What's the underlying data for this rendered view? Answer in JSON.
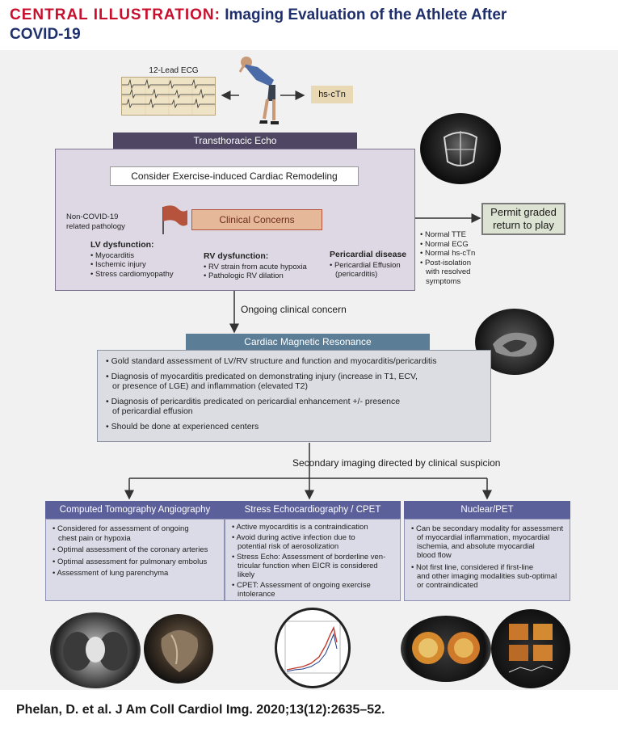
{
  "title": {
    "prefix": "CENTRAL ILLUSTRATION:",
    "line1_text": "Imaging Evaluation of the Athlete After",
    "line2_text": "COVID-19"
  },
  "top": {
    "ecg_label": "12-Lead ECG",
    "hs_ctn": "hs-cTn"
  },
  "tte": {
    "header": "Transthoracic Echo",
    "consider": "Consider Exercise-induced Cardiac Remodeling",
    "clinical_concerns": "Clinical Concerns",
    "non_covid_line1": "Non-COVID-19",
    "non_covid_line2": "related pathology",
    "lv": {
      "title": "LV dysfunction:",
      "items": [
        "Myocarditis",
        "Ischemic injury",
        "Stress cardiomyopathy"
      ]
    },
    "rv": {
      "title": "RV dysfunction:",
      "items": [
        "RV strain from acute hypoxia",
        "Pathologic RV dilation"
      ]
    },
    "pericardial": {
      "title": "Pericardial disease",
      "item_line1": "Pericardial Effusion",
      "item_line2": "(pericarditis)"
    }
  },
  "permit": {
    "line1": "Permit graded",
    "line2": "return to play",
    "criteria": [
      "Normal TTE",
      "Normal ECG",
      "Normal hs-cTn"
    ],
    "post_line1": "Post-isolation",
    "post_line2": "with resolved",
    "post_line3": "symptoms"
  },
  "ongoing": "Ongoing clinical concern",
  "cmr": {
    "header": "Cardiac Magnetic Resonance",
    "b1": "Gold standard assessment of LV/RV structure and function and myocarditis/pericarditis",
    "b2_line1": "Diagnosis of myocarditis predicated on demonstrating injury (increase in T1, ECV,",
    "b2_line2": "or presence of LGE) and inflammation (elevated T2)",
    "b3_line1": "Diagnosis of pericarditis predicated on pericardial enhancement +/- presence",
    "b3_line2": "of pericardial effusion",
    "b4": "Should be done at experienced centers"
  },
  "secondary": "Secondary imaging directed by clinical suspicion",
  "cta": {
    "header": "Computed Tomography Angiography",
    "i1_l1": "Considered for assessment of ongoing",
    "i1_l2": "chest pain or hypoxia",
    "i2": "Optimal assessment of the coronary arteries",
    "i3": "Optimal assessment for pulmonary embolus",
    "i4": "Assessment of lung parenchyma"
  },
  "stress": {
    "header": "Stress Echocardiography / CPET",
    "i1": "Active myocarditis is a contraindication",
    "i2_l1": "Avoid during active infection due to",
    "i2_l2": "potential risk of aerosolization",
    "i3_l1": "Stress Echo: Assessment of borderline ven-",
    "i3_l2": "tricular function when EICR is considered likely",
    "i4_l1": "CPET: Assessment of ongoing exercise",
    "i4_l2": "intolerance"
  },
  "nuclear": {
    "header": "Nuclear/PET",
    "i1_l1": "Can be secondary modality for assessment",
    "i1_l2": "of myocardial inflammation, myocardial",
    "i1_l3": "ischemia, and absolute myocardial",
    "i1_l4": "blood flow",
    "i2_l1": "Not first line, considered if first-line",
    "i2_l2": "and other imaging modalities sub-optimal",
    "i2_l3": "or contraindicated"
  },
  "footer": "Phelan, D. et al. J Am Coll Cardiol Img. 2020;13(12):2635–52.",
  "colors": {
    "title_red": "#c8102e",
    "title_blue": "#1f2f6b",
    "tte_header": "#4e4663",
    "tte_box": "#ddd8e3",
    "cmr_header": "#5b7d96",
    "cmr_box": "#dcdde3",
    "section_header": "#5b5f9a",
    "section_box": "#dadbe6",
    "concerns_fill": "#e6b89a",
    "arrow_red": "#b5533c",
    "permit_fill": "#dde3d2"
  }
}
